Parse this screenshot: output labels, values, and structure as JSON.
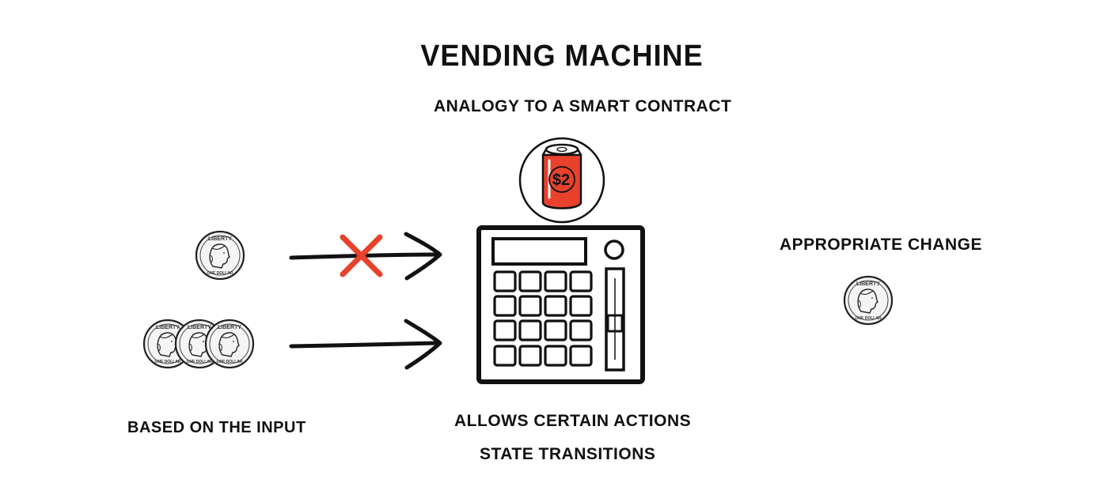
{
  "title": "VENDING MACHINE",
  "subtitle": "ANALOGY TO A SMART CONTRACT",
  "input_label": "BASED ON THE INPUT",
  "output_label": "APPROPRIATE CHANGE",
  "machine_labels": {
    "line1": "ALLOWS CERTAIN ACTIONS",
    "line2": "STATE TRANSITIONS"
  },
  "product": {
    "price": "$2",
    "color": "#e8412c"
  },
  "coin": {
    "top_text": "LIBERTY",
    "bottom_text": "ONE DOLLAR"
  },
  "reject_mark_color": "#e8412c",
  "ink_color": "#111111"
}
